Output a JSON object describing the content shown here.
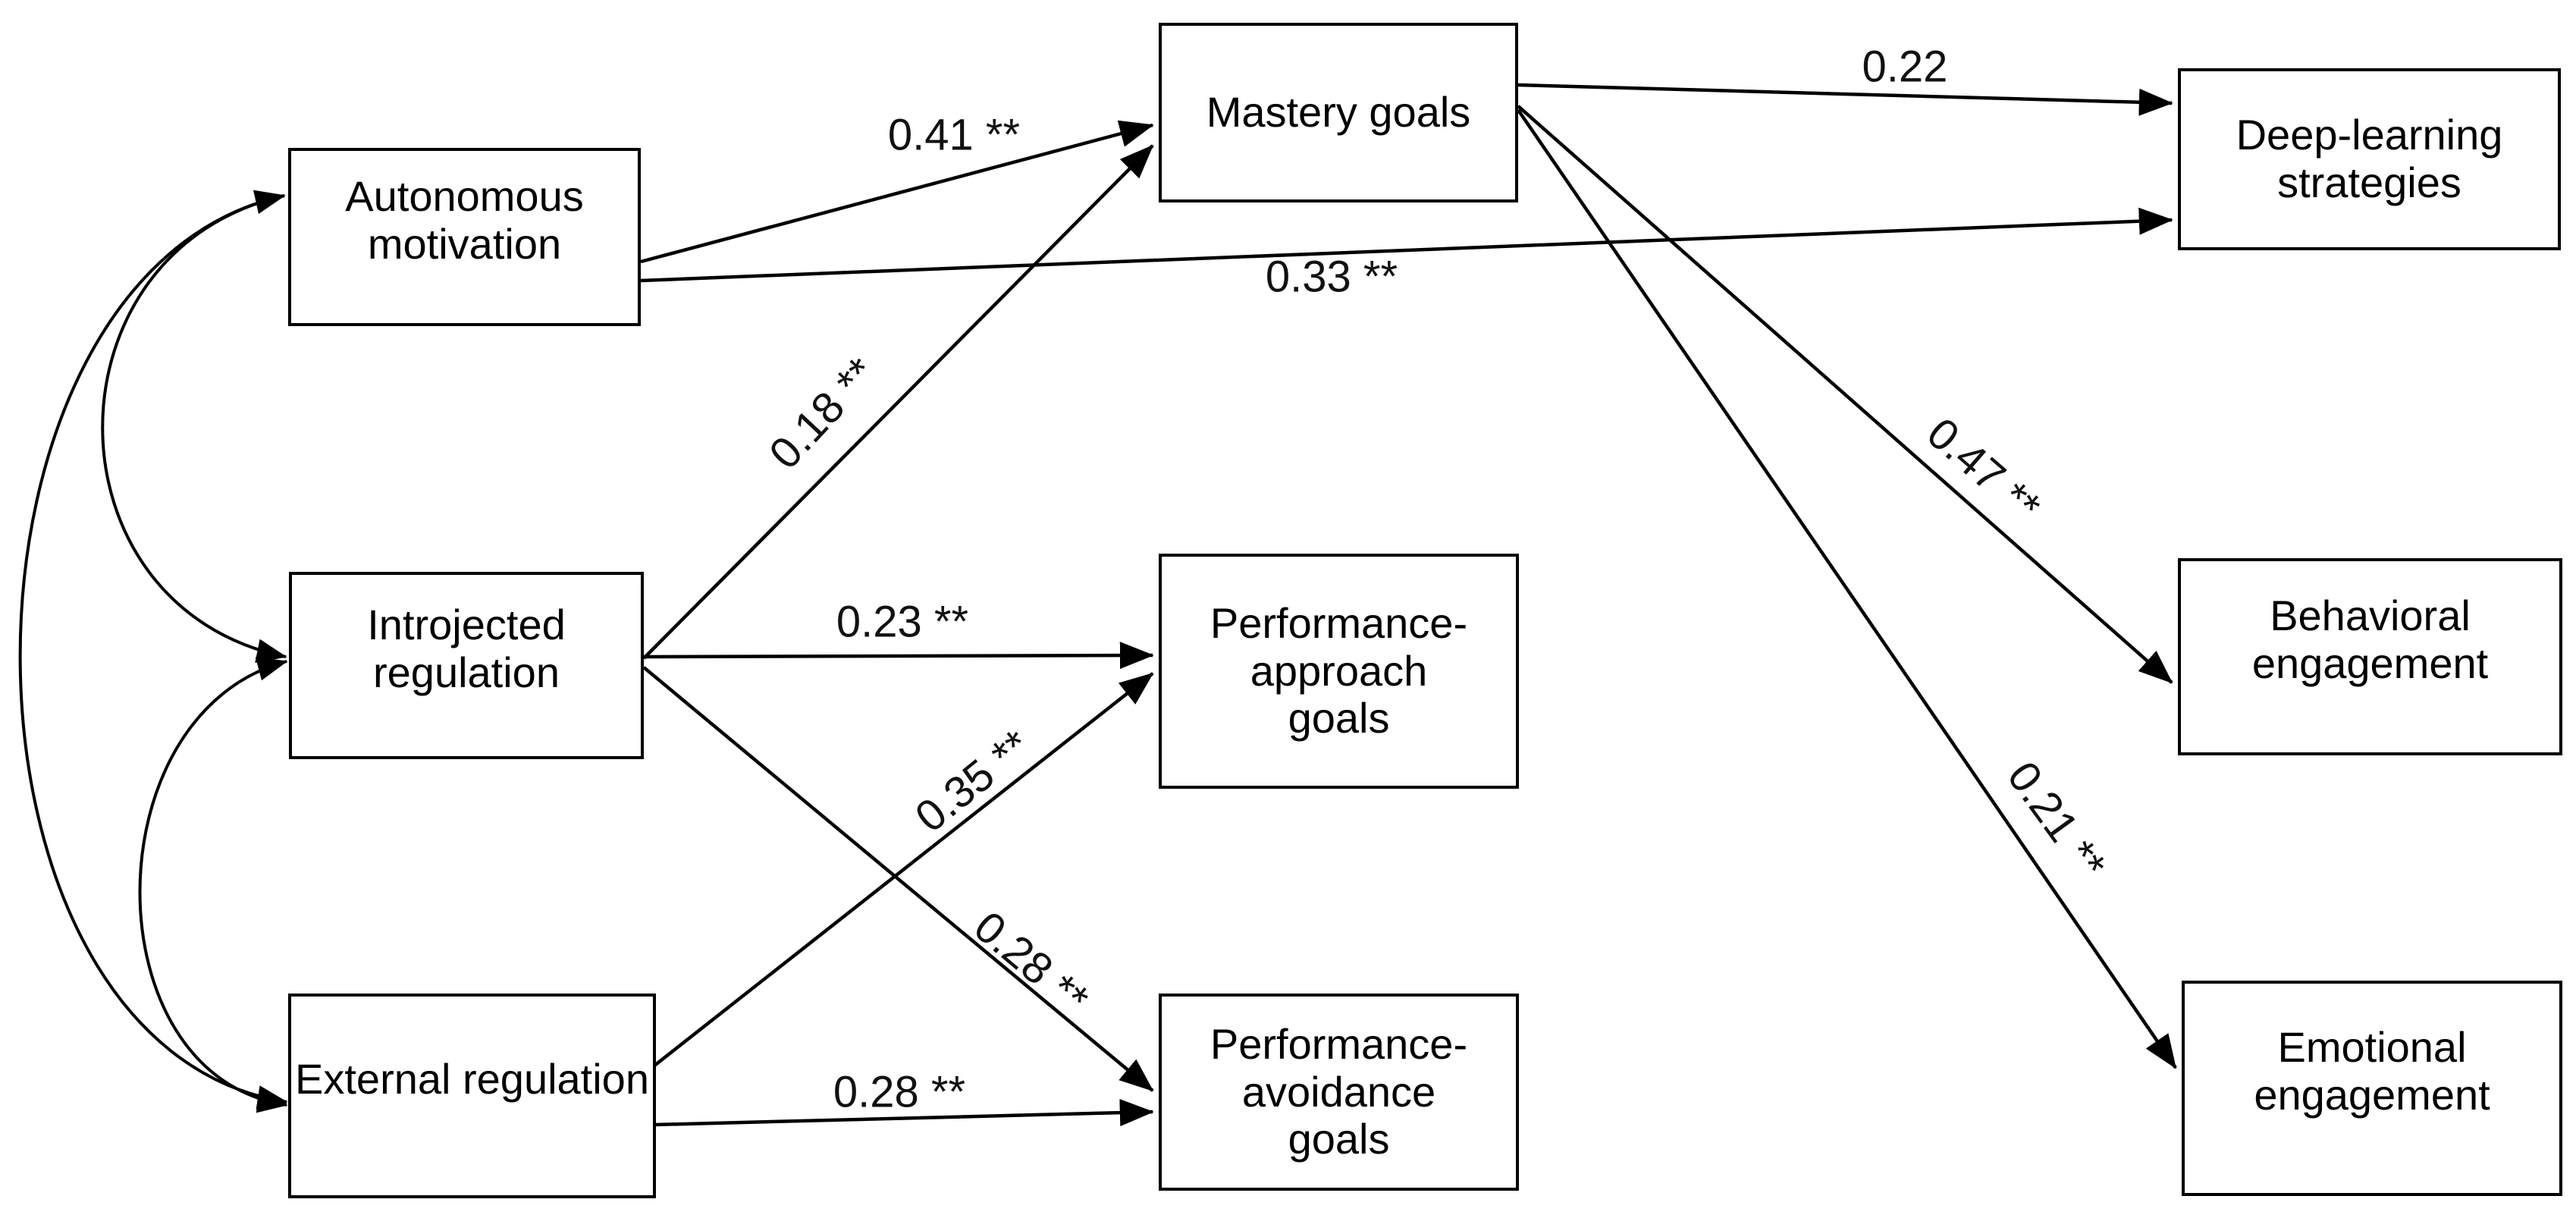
{
  "diagram": {
    "type": "path-model",
    "nodes": {
      "autonomous": {
        "label": "Autonomous motivation"
      },
      "introjected": {
        "label": "Introjected regulation"
      },
      "external": {
        "label": "External regulation"
      },
      "mastery": {
        "label": "Mastery goals"
      },
      "perf_approach": {
        "label": "Performance-approach goals"
      },
      "perf_avoidance": {
        "label": "Performance-avoidance goals"
      },
      "deep_learning": {
        "label": "Deep-learning strategies"
      },
      "behavioral": {
        "label": "Behavioral engagement"
      },
      "emotional": {
        "label": "Emotional engagement"
      }
    },
    "coefficients": {
      "aut_mastery": "0.41 **",
      "aut_deep": "0.33 **",
      "intro_mastery": "0.18 **",
      "intro_approach": "0.23 **",
      "intro_avoid": "0.28 **",
      "ext_approach": "0.35 **",
      "ext_avoid": "0.28 **",
      "mastery_deep": "0.22",
      "mastery_behavioral": "0.47 **",
      "mastery_emotional": "0.21 **"
    },
    "edges": [
      {
        "from": "autonomous",
        "to": "mastery",
        "coefficient_key": "aut_mastery"
      },
      {
        "from": "autonomous",
        "to": "deep_learning",
        "coefficient_key": "aut_deep"
      },
      {
        "from": "introjected",
        "to": "mastery",
        "coefficient_key": "intro_mastery"
      },
      {
        "from": "introjected",
        "to": "perf_approach",
        "coefficient_key": "intro_approach"
      },
      {
        "from": "introjected",
        "to": "perf_avoidance",
        "coefficient_key": "intro_avoid"
      },
      {
        "from": "external",
        "to": "perf_approach",
        "coefficient_key": "ext_approach"
      },
      {
        "from": "external",
        "to": "perf_avoidance",
        "coefficient_key": "ext_avoid"
      },
      {
        "from": "mastery",
        "to": "deep_learning",
        "coefficient_key": "mastery_deep"
      },
      {
        "from": "mastery",
        "to": "behavioral",
        "coefficient_key": "mastery_behavioral"
      },
      {
        "from": "mastery",
        "to": "emotional",
        "coefficient_key": "mastery_emotional"
      }
    ],
    "correlations": [
      [
        "autonomous",
        "introjected"
      ],
      [
        "autonomous",
        "external"
      ],
      [
        "introjected",
        "external"
      ]
    ]
  },
  "colors": {
    "background": "#ffffff",
    "line": "#000000",
    "text": "#000000"
  }
}
